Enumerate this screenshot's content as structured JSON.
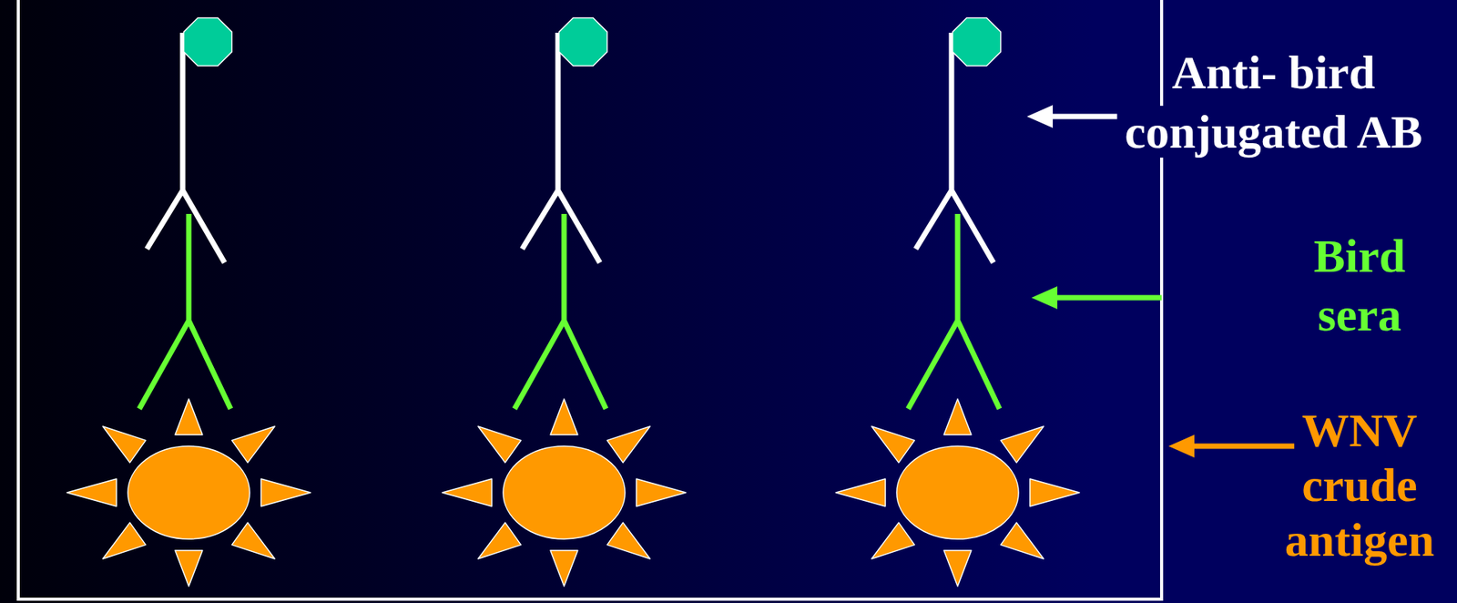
{
  "diagram": {
    "labels": [
      "Anti- bird conjugated AB",
      "Bird sera",
      "WNV crude antigen"
    ]
  }
}
